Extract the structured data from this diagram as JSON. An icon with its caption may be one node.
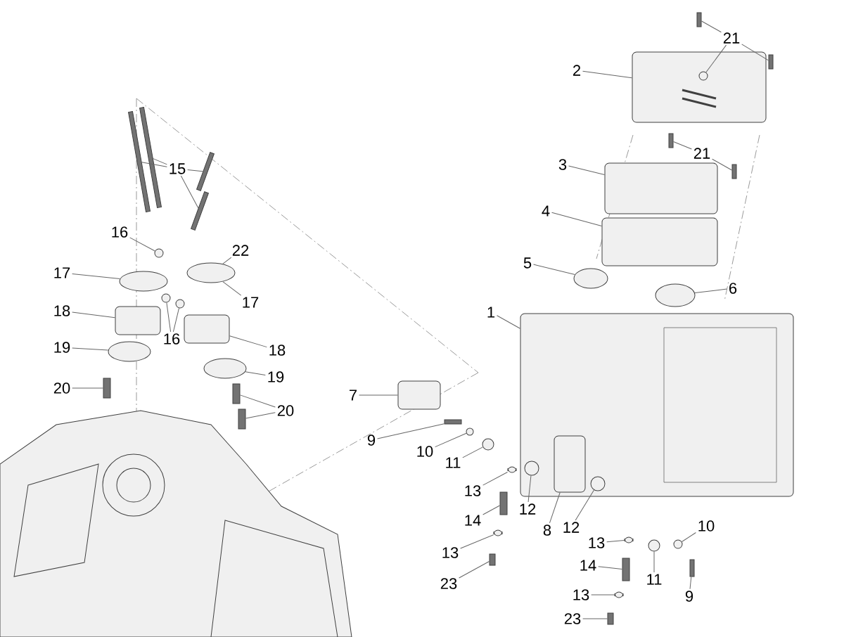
{
  "diagram": {
    "nodes": [
      {
        "text": [
          "15"
        ]
      },
      {
        "text": [
          "16"
        ]
      },
      {
        "text": [
          "17"
        ]
      },
      {
        "text": [
          "22"
        ]
      },
      {
        "text": [
          "18"
        ]
      },
      {
        "text": [
          "17"
        ]
      },
      {
        "text": [
          "16"
        ]
      },
      {
        "text": [
          "19"
        ]
      },
      {
        "text": [
          "18"
        ]
      },
      {
        "text": [
          "20"
        ]
      },
      {
        "text": [
          "19"
        ]
      },
      {
        "text": [
          "20"
        ]
      },
      {
        "text": [
          "2"
        ]
      },
      {
        "text": [
          "21"
        ]
      },
      {
        "text": [
          "3"
        ]
      },
      {
        "text": [
          "21"
        ]
      },
      {
        "text": [
          "4"
        ]
      },
      {
        "text": [
          "5"
        ]
      },
      {
        "text": [
          "6"
        ]
      },
      {
        "text": [
          "1"
        ]
      },
      {
        "text": [
          "7"
        ]
      },
      {
        "text": [
          "9"
        ]
      },
      {
        "text": [
          "10"
        ]
      },
      {
        "text": [
          "11"
        ]
      },
      {
        "text": [
          "13"
        ]
      },
      {
        "text": [
          "12"
        ]
      },
      {
        "text": [
          "14"
        ]
      },
      {
        "text": [
          "8"
        ]
      },
      {
        "text": [
          "13"
        ]
      },
      {
        "text": [
          "12"
        ]
      },
      {
        "text": [
          "10"
        ]
      },
      {
        "text": [
          "13"
        ]
      },
      {
        "text": [
          "23"
        ]
      },
      {
        "text": [
          "14"
        ]
      },
      {
        "text": [
          "11"
        ]
      },
      {
        "text": [
          "9"
        ]
      },
      {
        "text": [
          "13"
        ]
      },
      {
        "text": [
          "23"
        ]
      },
      {
        "text": [],
        "shape": "bar"
      },
      {
        "text": [],
        "shape": "bar"
      },
      {
        "text": [],
        "shape": "circle"
      },
      {
        "text": [],
        "shape": "circle"
      },
      {
        "text": [],
        "shape": "circle"
      },
      {
        "text": [],
        "shape": "box"
      },
      {
        "text": [],
        "shape": "circle"
      },
      {
        "text": [],
        "shape": "circle"
      },
      {
        "text": [],
        "shape": "circle"
      },
      {
        "text": [],
        "shape": "box"
      },
      {
        "text": [],
        "shape": "bar"
      },
      {
        "text": [],
        "shape": "circle"
      },
      {
        "text": [],
        "shape": "bar"
      },
      {
        "text": [],
        "shape": "bar"
      },
      {
        "text": [],
        "shape": "box"
      },
      {
        "text": [],
        "shape": "bar"
      },
      {
        "text": [],
        "shape": "bar"
      },
      {
        "text": [],
        "shape": "circle",
        "in": 52
      },
      {
        "text": [],
        "shape": "box"
      },
      {
        "text": [],
        "shape": "bar"
      },
      {
        "text": [],
        "shape": "bar"
      },
      {
        "text": [],
        "shape": "box"
      },
      {
        "text": [],
        "shape": "circle"
      },
      {
        "text": [],
        "shape": "circle"
      },
      {
        "text": [],
        "shape": "box"
      },
      {
        "text": [],
        "shape": "box"
      },
      {
        "text": [],
        "shape": "bar"
      },
      {
        "text": [],
        "shape": "circle"
      },
      {
        "text": [],
        "shape": "circle"
      },
      {
        "text": [],
        "shape": "box"
      },
      {
        "text": [],
        "shape": "circle",
        "in": 62
      },
      {
        "text": [],
        "shape": "bar"
      },
      {
        "text": [],
        "shape": "box",
        "in": 62
      },
      {
        "text": [],
        "shape": "box"
      },
      {
        "text": [],
        "shape": "circle",
        "in": 62
      },
      {
        "text": [],
        "shape": "circle"
      },
      {
        "text": [],
        "shape": "box"
      },
      {
        "text": [],
        "shape": "bar"
      },
      {
        "text": [],
        "shape": "bar"
      },
      {
        "text": [],
        "shape": "circle"
      },
      {
        "text": [],
        "shape": "bar"
      },
      {
        "text": [],
        "shape": "box"
      },
      {
        "text": [],
        "shape": "bar"
      },
      {
        "text": [],
        "shape": "bar"
      },
      {
        "text": [],
        "shape": "bar"
      }
    ],
    "edges": [
      {
        "from": 0,
        "to": 38,
        "arrow": "none"
      },
      {
        "from": 0,
        "to": 39,
        "arrow": "none"
      },
      {
        "from": 1,
        "to": 40,
        "arrow": "none"
      },
      {
        "from": 2,
        "to": 41,
        "arrow": "none"
      },
      {
        "from": 3,
        "to": 42,
        "arrow": "none"
      },
      {
        "from": 4,
        "to": 43,
        "arrow": "none"
      },
      {
        "from": 5,
        "to": 42,
        "arrow": "none"
      },
      {
        "from": 6,
        "to": 44,
        "arrow": "none"
      },
      {
        "from": 6,
        "to": 45,
        "arrow": "none"
      },
      {
        "from": 7,
        "to": 46,
        "arrow": "none"
      },
      {
        "from": 8,
        "to": 47,
        "arrow": "none"
      },
      {
        "from": 9,
        "to": 48,
        "arrow": "none"
      },
      {
        "from": 10,
        "to": 49,
        "arrow": "none"
      },
      {
        "from": 11,
        "to": 50,
        "arrow": "none"
      },
      {
        "from": 11,
        "to": 51,
        "arrow": "none"
      },
      {
        "from": 12,
        "to": 52,
        "arrow": "none"
      },
      {
        "from": 13,
        "to": 53,
        "arrow": "none"
      },
      {
        "from": 13,
        "to": 54,
        "arrow": "none"
      },
      {
        "from": 13,
        "to": 55,
        "arrow": "none"
      },
      {
        "from": 14,
        "to": 56,
        "arrow": "none"
      },
      {
        "from": 15,
        "to": 57,
        "arrow": "none"
      },
      {
        "from": 15,
        "to": 58,
        "arrow": "none"
      },
      {
        "from": 16,
        "to": 59,
        "arrow": "none"
      },
      {
        "from": 17,
        "to": 60,
        "arrow": "none"
      },
      {
        "from": 18,
        "to": 61,
        "arrow": "none"
      },
      {
        "from": 19,
        "to": 62,
        "arrow": "none"
      },
      {
        "from": 20,
        "to": 63,
        "arrow": "none"
      },
      {
        "from": 21,
        "to": 64,
        "arrow": "none"
      },
      {
        "from": 22,
        "to": 65,
        "arrow": "none"
      },
      {
        "from": 23,
        "to": 66,
        "arrow": "none"
      },
      {
        "from": 24,
        "to": 67,
        "arrow": "none"
      },
      {
        "from": 25,
        "to": 68,
        "arrow": "none"
      },
      {
        "from": 26,
        "to": 69,
        "arrow": "none"
      },
      {
        "from": 27,
        "to": 70,
        "arrow": "none"
      },
      {
        "from": 28,
        "to": 71,
        "arrow": "none"
      },
      {
        "from": 29,
        "to": 72,
        "arrow": "none"
      },
      {
        "from": 30,
        "to": 73,
        "arrow": "none"
      },
      {
        "from": 31,
        "to": 74,
        "arrow": "none"
      },
      {
        "from": 32,
        "to": 75,
        "arrow": "none"
      },
      {
        "from": 33,
        "to": 76,
        "arrow": "none"
      },
      {
        "from": 34,
        "to": 77,
        "arrow": "none"
      },
      {
        "from": 35,
        "to": 78,
        "arrow": "none"
      },
      {
        "from": 36,
        "to": 79,
        "arrow": "none"
      },
      {
        "from": 37,
        "to": 80,
        "arrow": "none"
      },
      {
        "from": 0,
        "to": 81,
        "arrow": "none"
      },
      {
        "from": 0,
        "to": 82,
        "arrow": "none"
      }
    ]
  }
}
